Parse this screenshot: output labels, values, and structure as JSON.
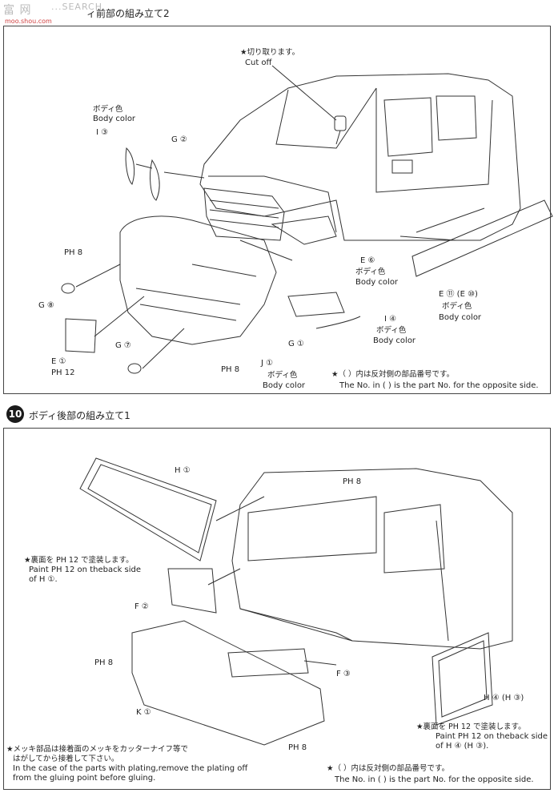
{
  "watermark": {
    "logo_chars": "富 网",
    "site_text": "...SEARCH",
    "url": "moo.shou.com"
  },
  "step9": {
    "title": "ィ前部の組み立て2"
  },
  "step10": {
    "number": "10",
    "title": "ボディ後部の組み立て1"
  },
  "top": {
    "cut_off_jp": "★切り取ります。",
    "cut_off_en": "Cut off",
    "i3": "I ③",
    "i3_jp": "ボディ色",
    "i3_en": "Body color",
    "g2": "G ②",
    "ph8_a": "PH 8",
    "g8": "G ⑧",
    "e1": "E ①",
    "ph12": "PH 12",
    "g7": "G ⑦",
    "ph8_b": "PH 8",
    "j1": "J ①",
    "j1_jp": "ボディ色",
    "j1_en": "Body color",
    "g1": "G ①",
    "i4": "I ④",
    "i4_jp": "ボディ色",
    "i4_en": "Body color",
    "e6": "E ⑥",
    "e6_jp": "ボディ色",
    "e6_en": "Body color",
    "e11": "E ⑪ (E ⑩)",
    "e11_jp": "ボディ色",
    "e11_en": "Body color",
    "note_jp": "★（ ）内は反対側の部品番号です。",
    "note_en": "The No. in ( ) is the part No. for the opposite side."
  },
  "bottom": {
    "h1": "H ①",
    "paint_jp": "★裏面を PH 12 で塗装します。",
    "paint_en1": "Paint PH 12 on theback side",
    "paint_en2": "of H ①.",
    "f2": "F ②",
    "ph8_c": "PH 8",
    "ph8_d": "PH 8",
    "k1": "K ①",
    "ph8_e": "PH 8",
    "f3": "F ③",
    "h4": "H ④ (H ③)",
    "paint2_jp": "★裏面を PH 12 で塗装します。",
    "paint2_en1": "Paint PH 12 on theback side",
    "paint2_en2": "of H ④ (H ③).",
    "plating_jp1": "★メッキ部品は接着面のメッキをカッターナイフ等で",
    "plating_jp2": "はがしてから接着して下さい。",
    "plating_en1": "In the case of the parts with plating,remove the plating off",
    "plating_en2": "from the gluing point before gluing.",
    "note_jp": "★（ ）内は反対側の部品番号です。",
    "note_en": "The No. in ( ) is the part No. for the opposite side."
  }
}
